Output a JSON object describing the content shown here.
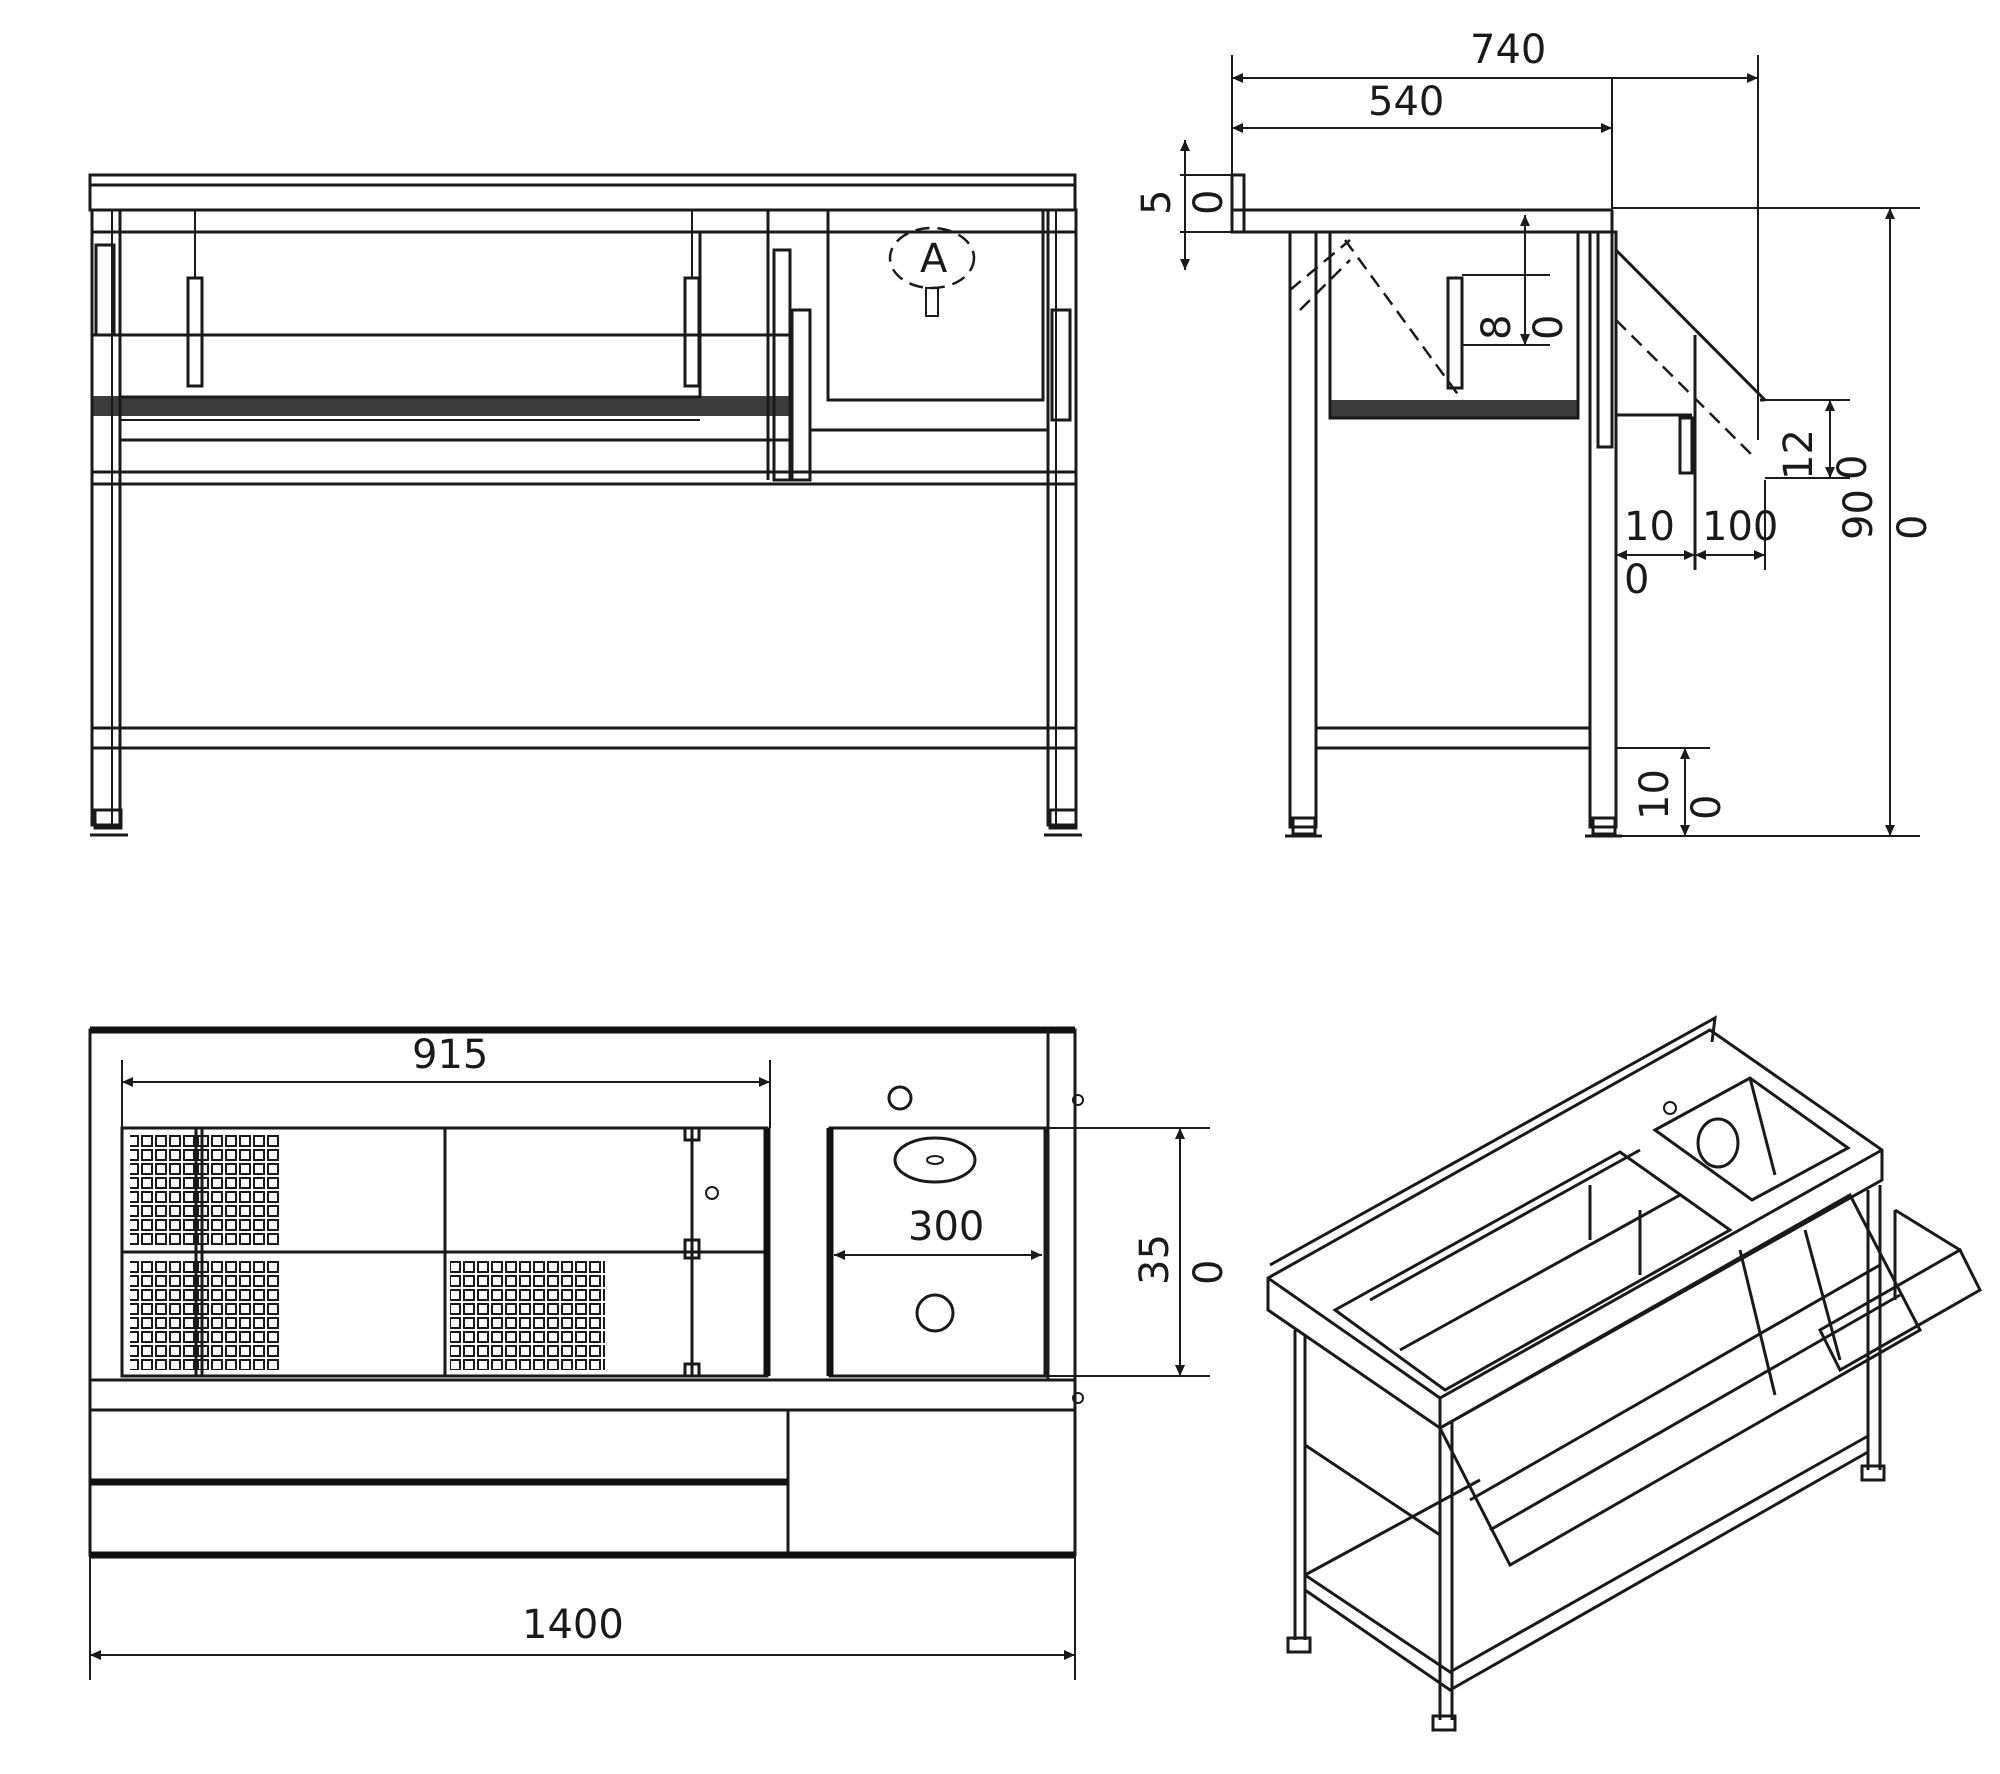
{
  "colors": {
    "line": "#1a1a1a",
    "background": "#ffffff"
  },
  "front_view": {},
  "side_view": {
    "dims": {
      "overall_depth": "740",
      "top_depth": "540",
      "upstand": "5",
      "upstand_0": "0",
      "sink_depth_8": "8",
      "sink_depth_0": "0",
      "shelf_12": "12",
      "shelf_0": "0",
      "gap_10": "10",
      "gap_0": "0",
      "shelf_100": "100",
      "height_90": "90",
      "height_0": "0",
      "foot_10": "10",
      "foot_0": "0"
    }
  },
  "plan_view": {
    "dims": {
      "insert_width": "915",
      "sink_width": "300",
      "depth_35": "35",
      "depth_0": "0",
      "overall_length": "1400"
    }
  },
  "iso_view": {}
}
